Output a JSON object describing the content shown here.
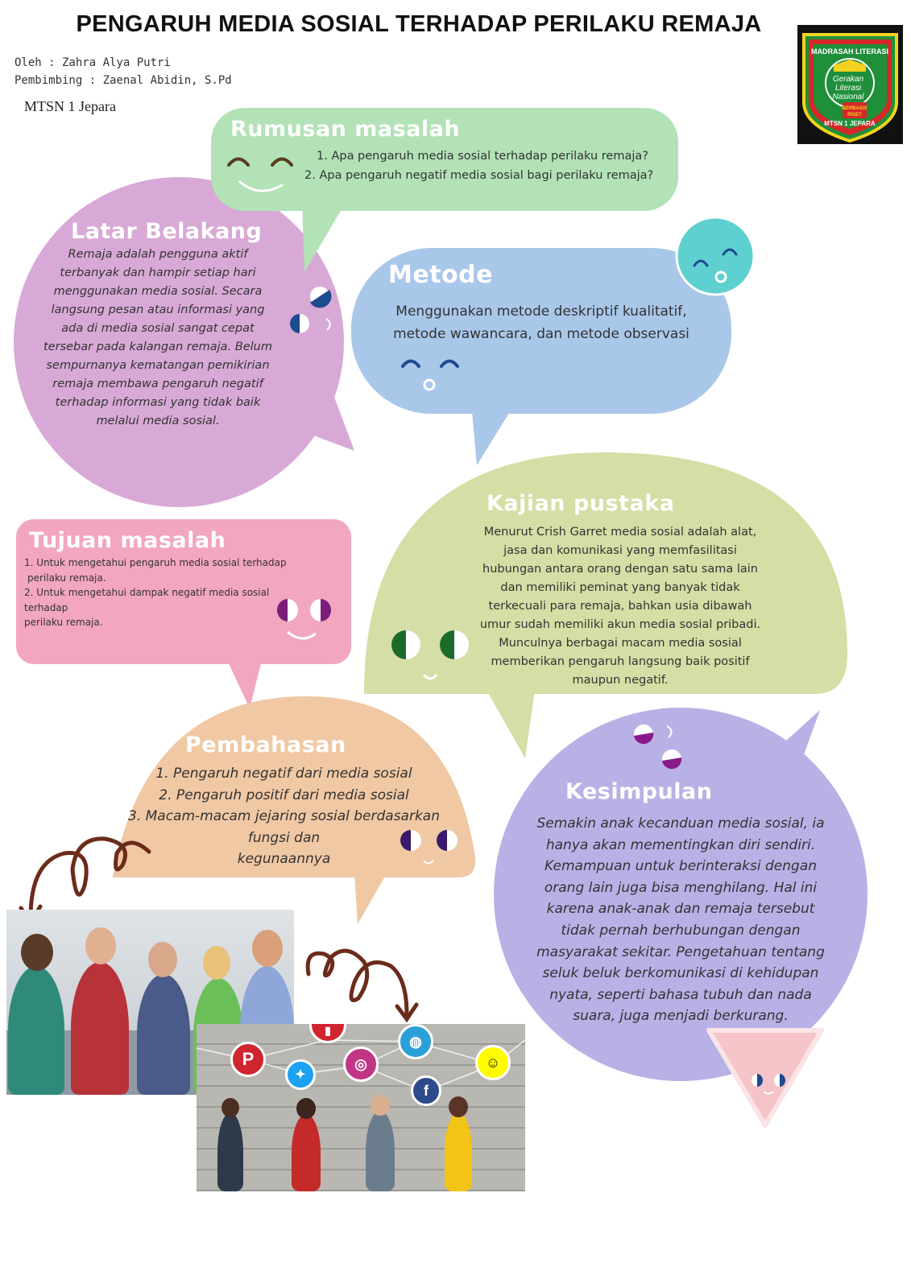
{
  "title": "PENGARUH MEDIA SOSIAL TERHADAP PERILAKU REMAJA",
  "author_line": "Oleh : Zahra Alya Putri",
  "advisor_line": "Pembimbing : Zaenal Abidin, S.Pd",
  "school": "MTSN 1 Jepara",
  "logo": {
    "top_text": "MADRASAH LITERASI",
    "center_line1": "Gerakan",
    "center_line2": "Literasi",
    "center_line3": "Nasional",
    "ribbon_line1": "BERBASIS",
    "ribbon_line2": "RISET",
    "bottom_text": "MTSN 1 JEPARA",
    "colors": {
      "bg": "#111111",
      "green": "#1f8f3a",
      "red": "#d62828",
      "yellow": "#f4d21f"
    }
  },
  "rumusan": {
    "heading": "Rumusan masalah",
    "items": [
      "1. Apa pengaruh media sosial terhadap perilaku remaja?",
      "2. Apa pengaruh negatif media sosial bagi perilaku remaja?"
    ],
    "color": "#b2e2b6"
  },
  "latar": {
    "heading": "Latar Belakang",
    "lines": [
      "Remaja adalah pengguna aktif",
      "terbanyak dan hampir setiap hari",
      "menggunakan media sosial. Secara",
      "langsung pesan atau informasi yang",
      "ada di media sosial sangat cepat",
      "tersebar pada kalangan remaja. Belum",
      "sempurnanya kematangan pemikirian",
      "remaja membawa pengaruh negatif",
      "terhadap informasi yang tidak baik",
      "melalui media sosial."
    ],
    "color": "#d8a9d6"
  },
  "metode": {
    "heading": "Metode",
    "lines": [
      "Menggunakan metode deskriptif kualitatif,",
      "metode wawancara, dan metode observasi"
    ],
    "color": "#a9c7e9"
  },
  "tujuan": {
    "heading": "Tujuan masalah",
    "lines": [
      "1. Untuk mengetahui pengaruh media sosial terhadap",
      " perilaku remaja.",
      "2. Untuk mengetahui dampak negatif media sosial",
      "terhadap",
      "perilaku remaja."
    ],
    "color": "#f3a6c0"
  },
  "kajian": {
    "heading": "Kajian pustaka",
    "lines": [
      "Menurut Crish Garret media sosial adalah alat,",
      "jasa dan  komunikasi yang memfasilitasi",
      "hubungan antara orang dengan satu sama lain",
      "dan memiliki peminat yang banyak tidak",
      "terkecuali para remaja, bahkan usia dibawah",
      "umur sudah memiliki akun media sosial pribadi.",
      "Munculnya berbagai macam media sosial",
      "memberikan pengaruh langsung baik positif",
      "maupun negatif."
    ],
    "color": "#d4dea5"
  },
  "pembahasan": {
    "heading": "Pembahasan",
    "lines": [
      "1. Pengaruh negatif dari media sosial",
      "2. Pengaruh positif dari media sosial",
      "3. Macam-macam jejaring sosial berdasarkan",
      "fungsi dan",
      "kegunaannya"
    ],
    "color": "#f0c8a4"
  },
  "kesimpulan": {
    "heading": "Kesimpulan",
    "lines": [
      "Semakin anak kecanduan media sosial, ia",
      "hanya akan mementingkan diri sendiri.",
      "Kemampuan untuk berinteraksi dengan",
      "orang lain juga bisa menghilang. Hal ini",
      "karena anak-anak dan remaja tersebut",
      "tidak pernah berhubungan dengan",
      "masyarakat sekitar. Pengetahuan tentang",
      "seluk beluk berkomunikasi di kehidupan",
      "nyata, seperti bahasa tubuh dan nada",
      "suara, juga menjadi berkurang."
    ],
    "color": "#b8b1e6"
  },
  "photos": {
    "teens_photo_icon": "teens-using-phones-photo",
    "social_wall_icon": "social-media-wall-photo",
    "social_icons": [
      "pinterest-icon",
      "twitter-icon",
      "instagram-icon",
      "facebook-icon",
      "globe-icon",
      "snapchat-icon",
      "news-icon"
    ]
  }
}
